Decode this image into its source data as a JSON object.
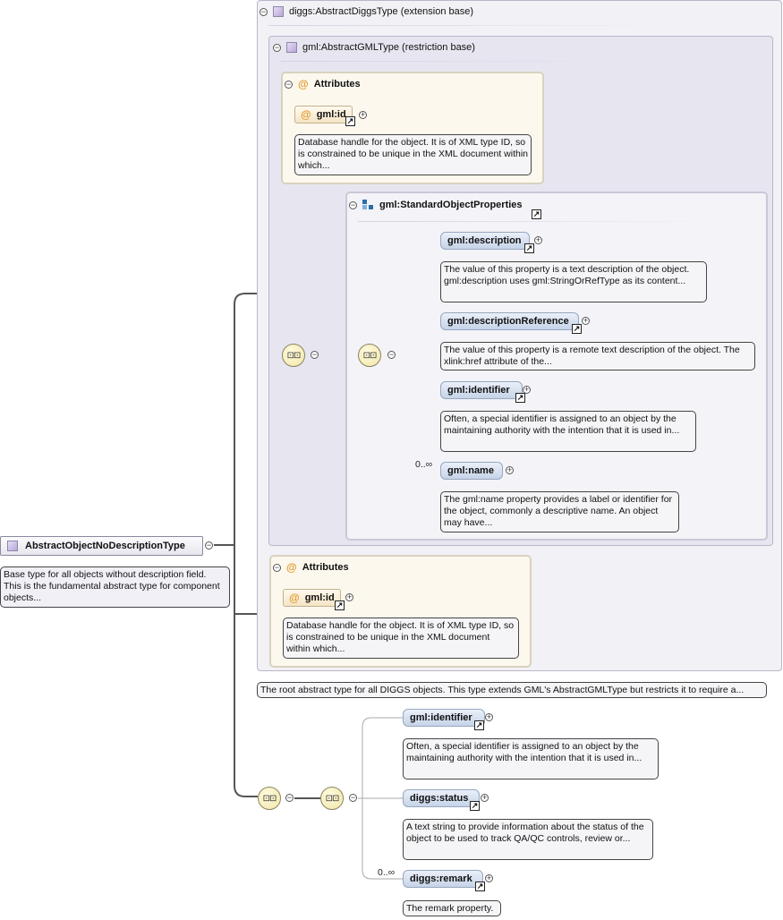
{
  "root": {
    "name": "AbstractObjectNoDescriptionType",
    "description": "Base type for all objects without description field. This is the fundamental abstract type for component objects..."
  },
  "extension_base": {
    "header": "diggs:AbstractDiggsType (extension base)",
    "description": "The root abstract type for all DIGGS objects. This type extends GML's AbstractGMLType but restricts it to require a..."
  },
  "restriction_base": {
    "header": "gml:AbstractGMLType (restriction base)",
    "attributes": {
      "header": "Attributes",
      "id": {
        "name": "gml:id",
        "description": "Database handle for the object. It is of XML type ID, so is constrained to be unique in the XML document within which..."
      }
    },
    "group": {
      "name": "gml:StandardObjectProperties",
      "elements": [
        {
          "name": "gml:description",
          "cardinality": "",
          "description": "The value of this property is a text description of the object. gml:description uses gml:StringOrRefType as its content..."
        },
        {
          "name": "gml:descriptionReference",
          "cardinality": "",
          "description": "The value of this property is a remote text description of the object. The xlink:href attribute of the..."
        },
        {
          "name": "gml:identifier",
          "cardinality": "",
          "description": "Often, a special identifier is assigned to an object by the maintaining authority with the intention that it is used in..."
        },
        {
          "name": "gml:name",
          "cardinality": "0..∞",
          "description": "The gml:name property provides a label or identifier for the object, commonly a descriptive name. An object may have..."
        }
      ]
    }
  },
  "diggs_attributes": {
    "header": "Attributes",
    "id": {
      "name": "gml:id",
      "description": "Database handle for the object. It is of XML type ID, so is constrained to be unique in the XML document within which..."
    }
  },
  "bottom_sequence": {
    "elements": [
      {
        "name": "gml:identifier",
        "cardinality": "",
        "description": "Often, a special identifier is assigned to an object by the maintaining authority with the intention that it is used in..."
      },
      {
        "name": "diggs:status",
        "cardinality": "",
        "description": "A text string to provide information about the status of the object to be used to track QA/QC controls, review or..."
      },
      {
        "name": "diggs:remark",
        "cardinality": "0..∞",
        "description": "The remark property."
      }
    ]
  },
  "icons": {
    "collapse": "minus-circle-icon",
    "expand": "plus-circle-icon",
    "type": "complex-type-icon",
    "attribute": "at-sign-icon",
    "reference": "reference-arrow-icon",
    "sequence": "sequence-compositor-icon",
    "group": "group-icon"
  },
  "colors": {
    "type_box": "#f2f1f6",
    "attributes_box": "#fdf8ee",
    "element_fill": "#c6d3e8",
    "compositor_fill": "#f1e6a6",
    "attribute_accent": "#e09a2a",
    "group_icon": "#2a6fa8"
  }
}
